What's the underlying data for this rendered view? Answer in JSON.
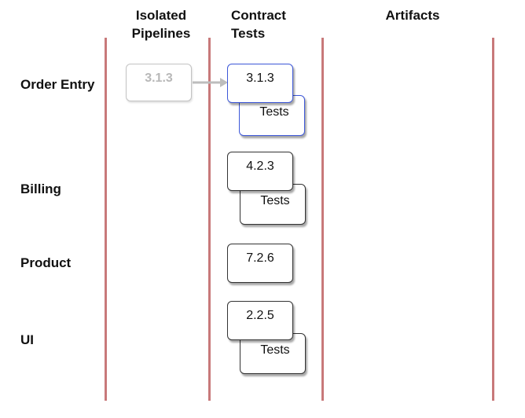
{
  "columns": {
    "isolated_pipelines": "Isolated\nPipelines",
    "contract_tests": "Contract\nTests",
    "artifacts": "Artifacts"
  },
  "rows": {
    "order_entry": {
      "label": "Order Entry",
      "pipeline_version": "3.1.3",
      "contract_version": "3.1.3",
      "tests_label": "Tests"
    },
    "billing": {
      "label": "Billing",
      "contract_version": "4.2.3",
      "tests_label": "Tests"
    },
    "product": {
      "label": "Product",
      "contract_version": "7.2.6"
    },
    "ui": {
      "label": "UI",
      "contract_version": "2.2.5",
      "tests_label": "Tests"
    }
  },
  "colors": {
    "lane_line": "#c8797a",
    "highlight": "#3c57d8",
    "ghost": "#c3c3c3",
    "arrow": "#bdbdbd"
  }
}
